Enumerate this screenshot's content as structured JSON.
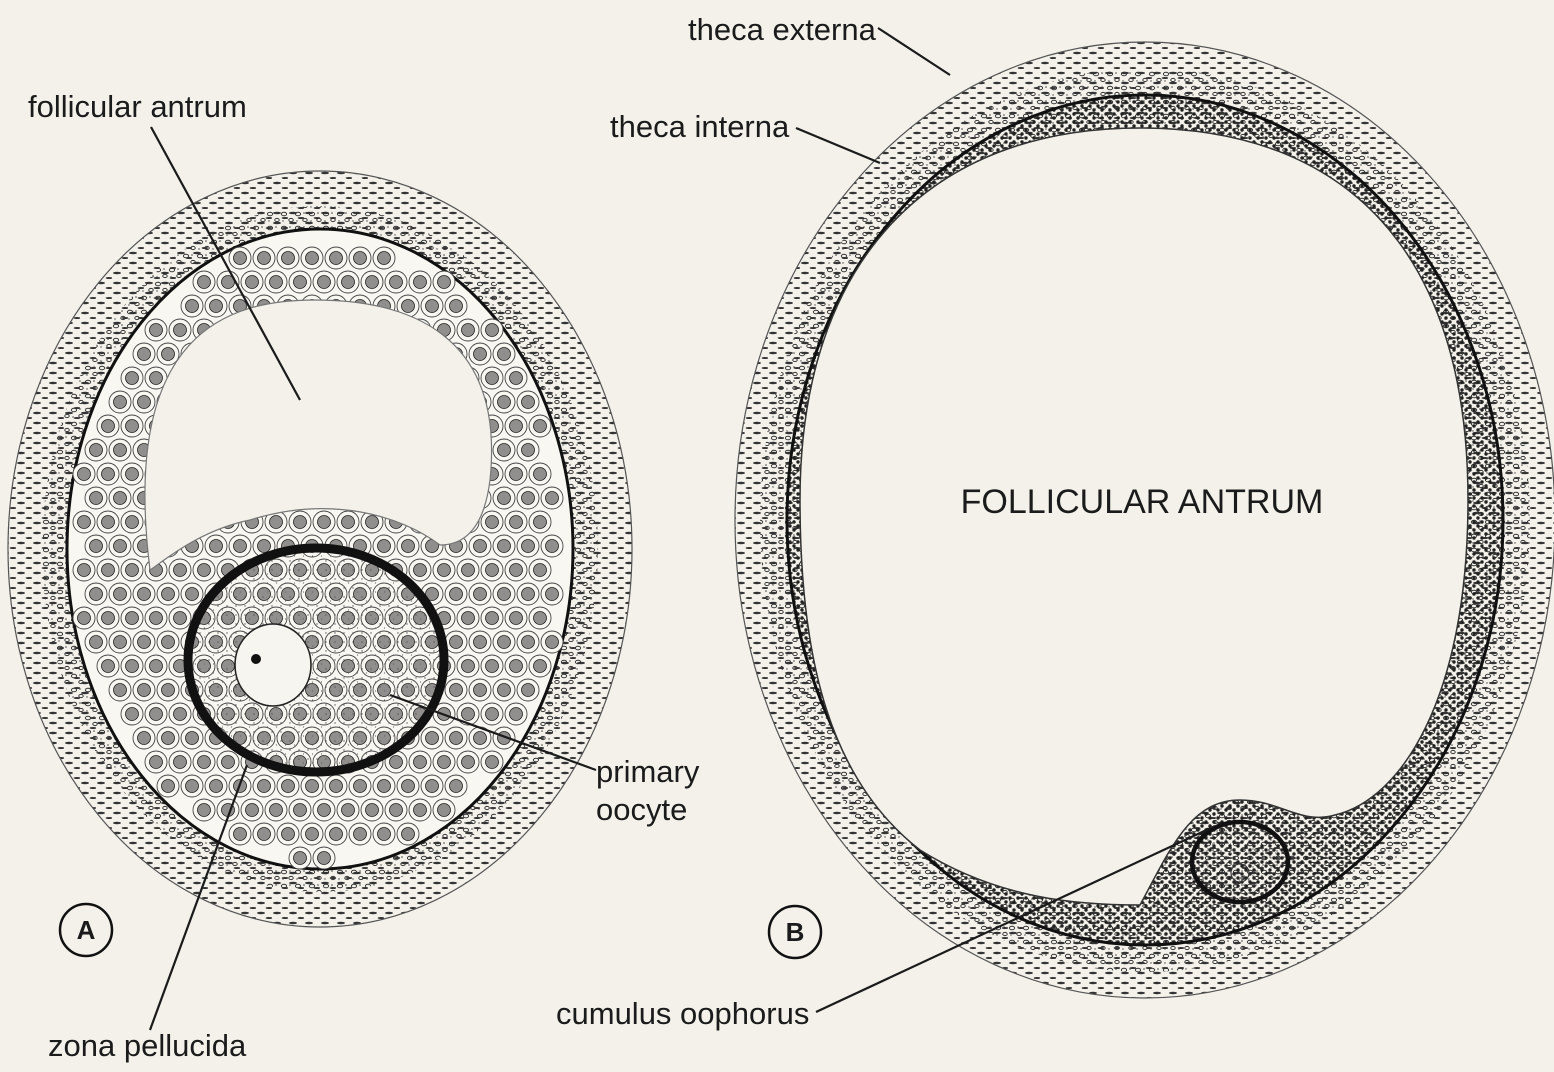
{
  "figure": {
    "panel_a": {
      "letter": "A",
      "labels": {
        "follicular_antrum": "follicular antrum",
        "primary_oocyte_line1": "primary",
        "primary_oocyte_line2": "oocyte",
        "zona_pellucida": "zona pellucida"
      }
    },
    "panel_b": {
      "letter": "B",
      "labels": {
        "theca_externa": "theca externa",
        "theca_interna": "theca interna",
        "follicular_antrum": "FOLLICULAR ANTRUM",
        "cumulus_oophorus": "cumulus oophorus"
      }
    }
  },
  "colors": {
    "background": "#f3f1ea",
    "ink": "#1b1b1b",
    "cell_fill": "#f8f7f2",
    "nucleus": "#3a3a3a"
  }
}
